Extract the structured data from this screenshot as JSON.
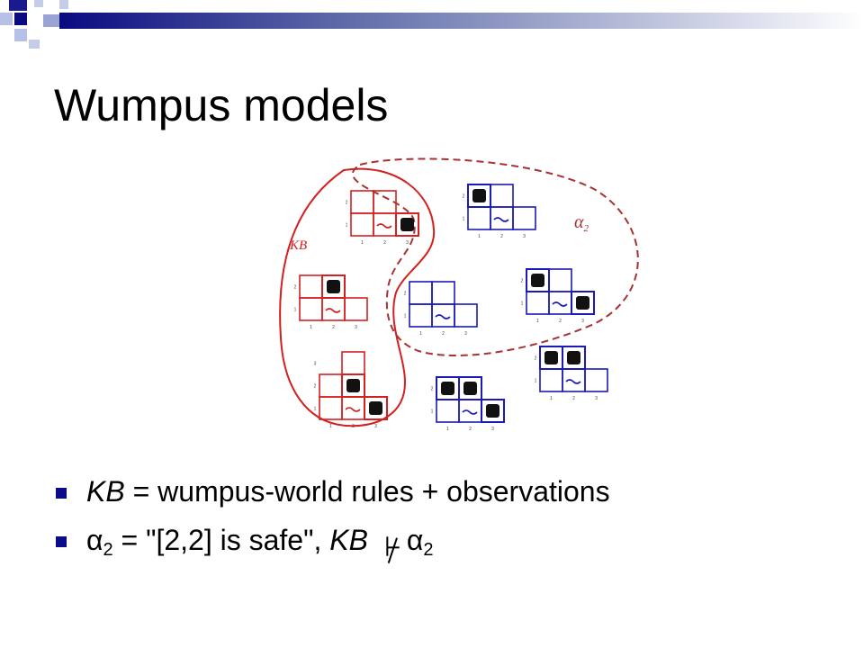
{
  "slide": {
    "title": "Wumpus models",
    "bullets": [
      {
        "italic_lead": "KB",
        "rest": " = wumpus-world rules + observations"
      },
      {
        "alpha": "α",
        "alpha_sub": "2",
        "middle": " = \"[2,2] is safe\", ",
        "kb": "KB",
        "alpha2": "α",
        "alpha2_sub": "2"
      }
    ]
  },
  "diagram": {
    "kb_label": "KB",
    "alpha_label": "α",
    "alpha_label_sub": "2",
    "grid_ticks": [
      "1",
      "2",
      "3"
    ],
    "models": [
      {
        "id": "model-1",
        "color": "#d42020",
        "in_kb": true
      },
      {
        "id": "model-2",
        "color": "#d42020",
        "in_kb": true
      },
      {
        "id": "model-3",
        "color": "#d42020",
        "in_kb": true
      },
      {
        "id": "model-4",
        "color": "#1a1ab8",
        "in_kb": false
      },
      {
        "id": "model-5",
        "color": "#1a1ab8",
        "in_kb": false
      },
      {
        "id": "model-6",
        "color": "#1a1ab8",
        "in_kb": false
      },
      {
        "id": "model-7",
        "color": "#1a1ab8",
        "in_kb": false
      },
      {
        "id": "model-8",
        "color": "#1a1ab8",
        "in_kb": false
      }
    ]
  }
}
